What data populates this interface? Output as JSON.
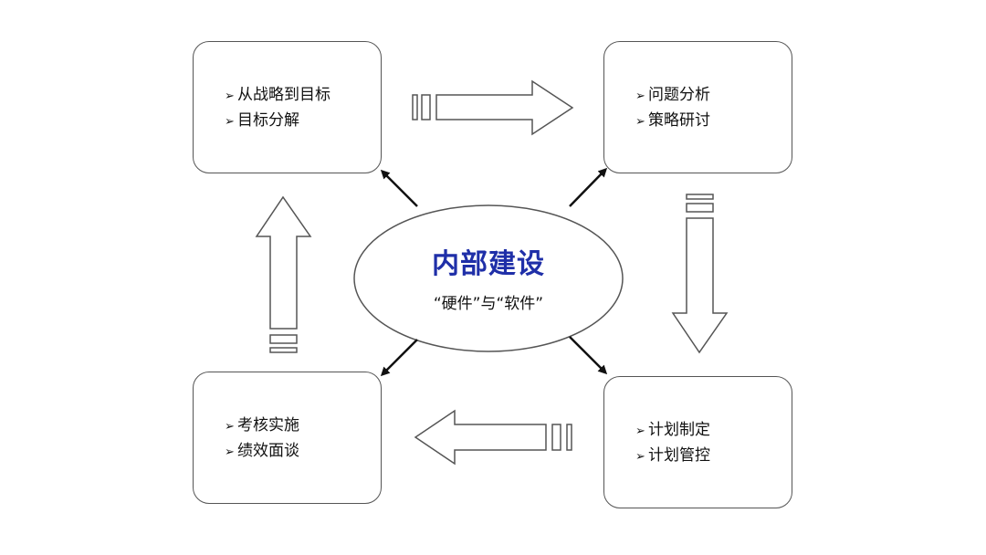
{
  "diagram": {
    "center": {
      "title": "内部建设",
      "subtitle": "“硬件”与“软件”"
    },
    "boxes": [
      {
        "id": "strategy",
        "items": [
          "从战略到目标",
          "目标分解"
        ]
      },
      {
        "id": "analysis",
        "items": [
          "问题分析",
          "策略研讨"
        ]
      },
      {
        "id": "planning",
        "items": [
          "计划制定",
          "计划管控"
        ]
      },
      {
        "id": "assessment",
        "items": [
          "考核实施",
          "绩效面谈"
        ]
      }
    ],
    "bullet_glyph": "➢",
    "colors": {
      "title": "#1f2fa8",
      "stroke": "#555555",
      "text": "#111111"
    }
  }
}
